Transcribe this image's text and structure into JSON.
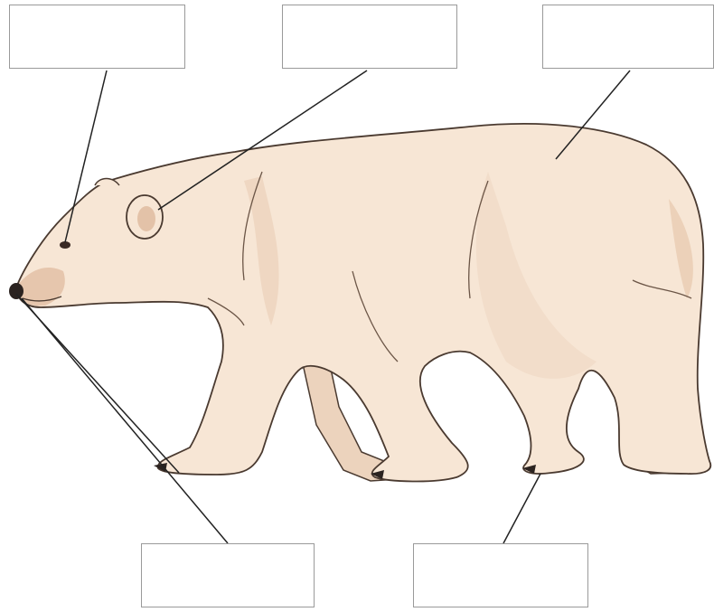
{
  "diagram": {
    "colors": {
      "fur": "#f7e6d5",
      "fur_shade": "#e9ccb2",
      "outline": "#4a3a30",
      "nose": "#2b2320",
      "label_border": "#9a9a9a",
      "leader_line": "#222222"
    },
    "labels": [
      {
        "id": "eye",
        "text": ""
      },
      {
        "id": "ear",
        "text": ""
      },
      {
        "id": "fur",
        "text": ""
      },
      {
        "id": "nose",
        "text": ""
      },
      {
        "id": "claws",
        "text": ""
      }
    ]
  }
}
